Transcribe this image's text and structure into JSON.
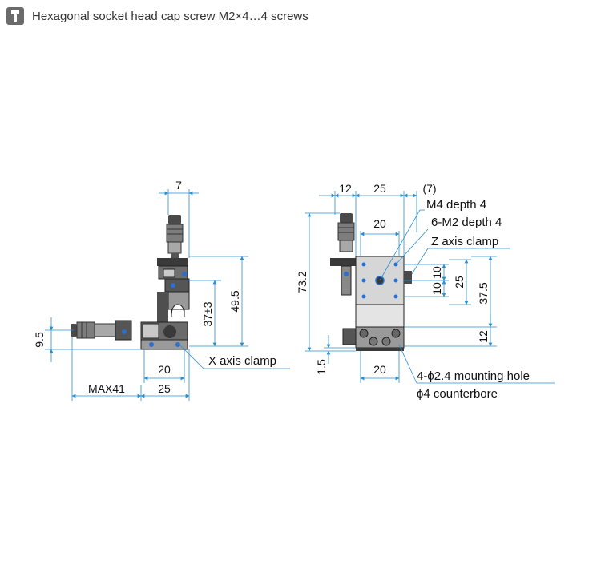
{
  "header": {
    "icon": "wrench-icon",
    "note": "Hexagonal socket head cap screw M2×4…4 screws"
  },
  "left_view": {
    "dims": {
      "top_offset": "7",
      "height_center": "37±3",
      "height_top": "49.5",
      "micrometer_height": "9.5",
      "base_width": "20",
      "travel_max": "MAX41",
      "base_offset": "25"
    },
    "labels": {
      "x_clamp": "X axis clamp"
    }
  },
  "right_view": {
    "dims": {
      "left_offset": "12",
      "span": "25",
      "right_ref": "(7)",
      "table_width": "20",
      "total_height": "73.2",
      "hole_up": "10",
      "hole_down": "10",
      "hole_span": "25",
      "center_height": "37.5",
      "base_height": "12",
      "base_offset": "1.5",
      "base_width": "20"
    },
    "labels": {
      "m4": "M4 depth 4",
      "m2": "6-M2 depth 4",
      "z_clamp": "Z axis clamp",
      "mount_hole": "4-ϕ2.4 mounting hole",
      "counterbore": "ϕ4 counterbore"
    }
  },
  "colors": {
    "dimension_line": "#2a8fd0",
    "part_dark": "#3a3a3a",
    "part_mid": "#8a8a8a",
    "part_light": "#c9c9c9"
  }
}
